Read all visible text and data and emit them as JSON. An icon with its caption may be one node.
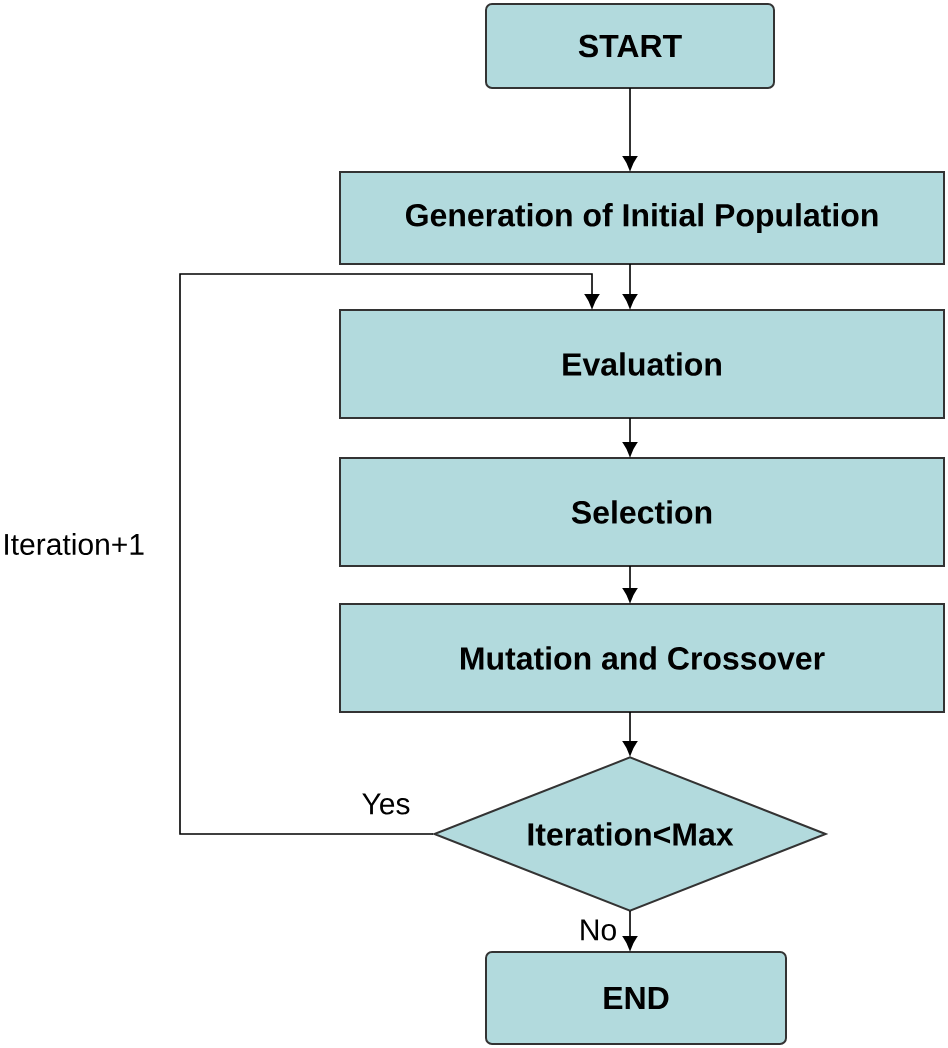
{
  "diagram": {
    "nodes": [
      {
        "text": [
          "START"
        ]
      },
      {
        "text": [
          "Generation of Initial Population"
        ]
      },
      {
        "text": [
          "Evaluation"
        ]
      },
      {
        "text": [
          "Selection"
        ]
      },
      {
        "text": [
          "Mutation and Crossover"
        ]
      },
      {
        "text": [
          "Iteration<Max"
        ]
      },
      {
        "text": [
          "END"
        ]
      }
    ],
    "edges": [
      {
        "from": 0,
        "to": 1,
        "arrow": "to"
      },
      {
        "from": 1,
        "to": 2,
        "arrow": "to"
      },
      {
        "from": 2,
        "to": 3,
        "arrow": "to"
      },
      {
        "from": 3,
        "to": 4,
        "arrow": "to"
      },
      {
        "from": 4,
        "to": 5,
        "arrow": "to"
      },
      {
        "from": 5,
        "to": 2,
        "arrow": "to",
        "label": "Yes"
      },
      {
        "from": 5,
        "to": 6,
        "arrow": "to",
        "label": "No"
      }
    ],
    "labels": [
      "Iteration+1"
    ]
  }
}
